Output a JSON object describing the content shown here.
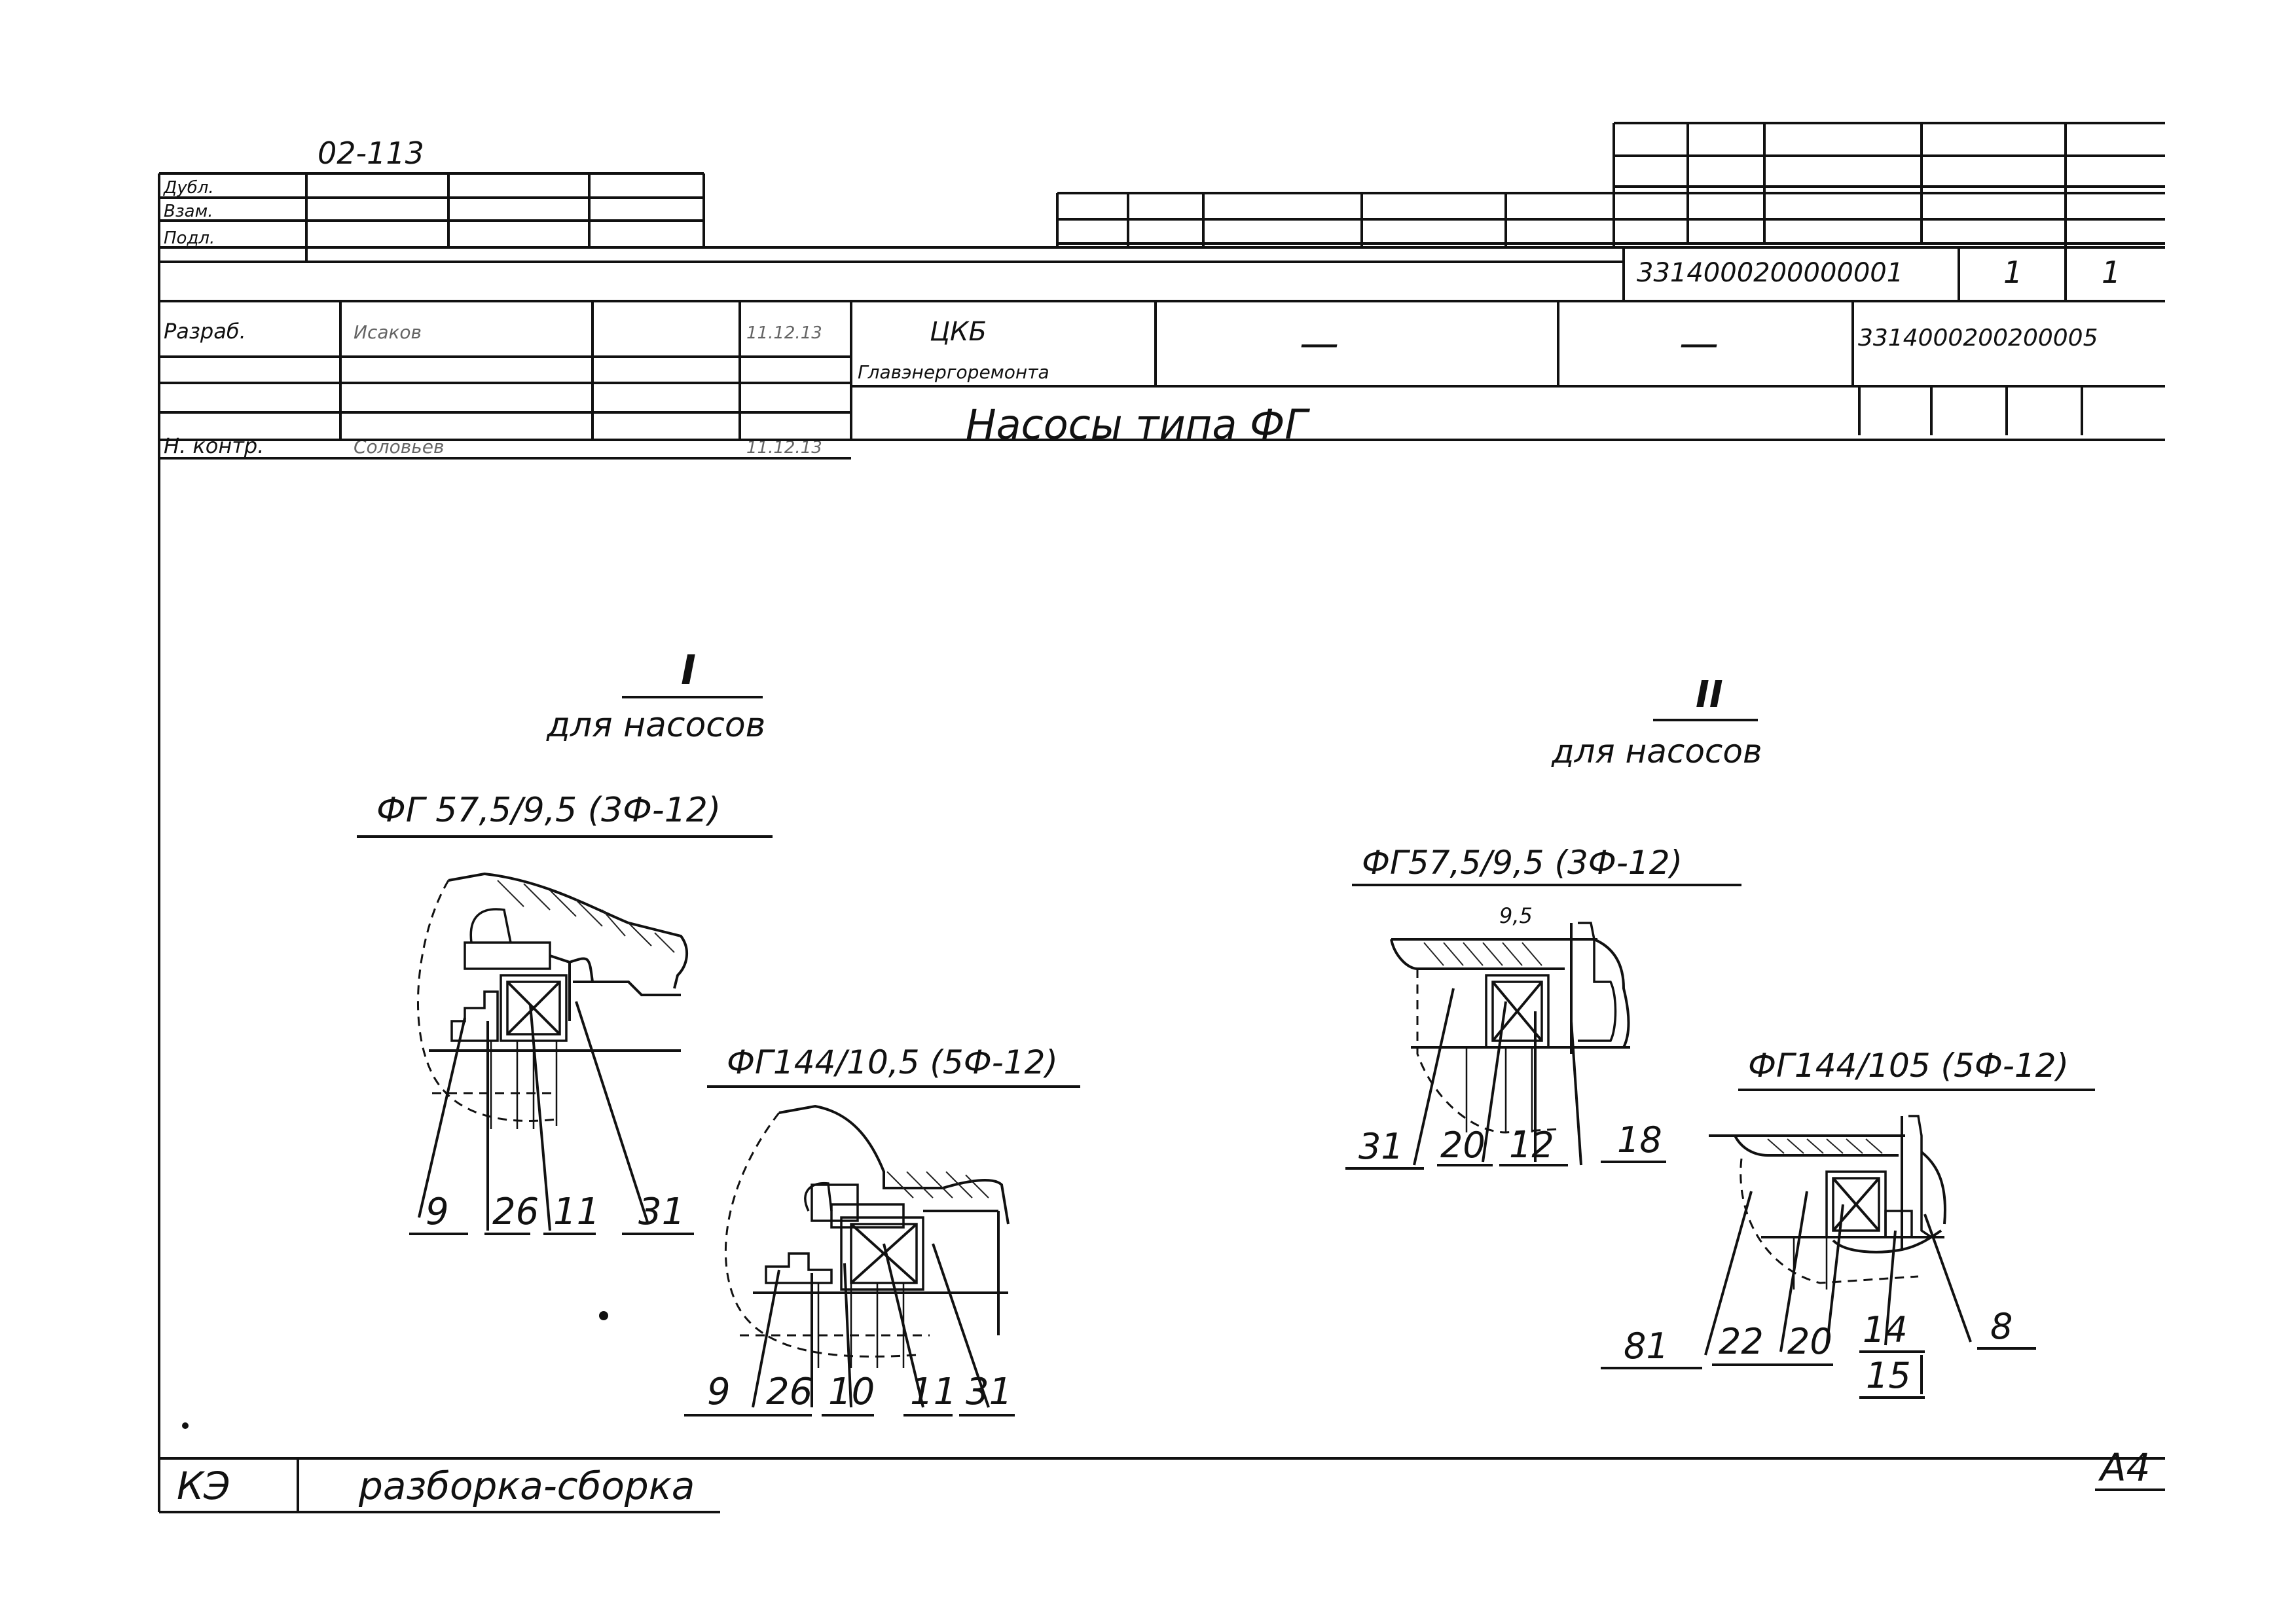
{
  "archive_number": "02-113",
  "left_block": {
    "labels": [
      "Дубл.",
      "Взам.",
      "Подл."
    ]
  },
  "doc_code_top": "3314000200000001",
  "sheet_number": "1",
  "sheets_total": "1",
  "doc_code_right": "3314000200200005",
  "org": {
    "line1": "ЦКБ",
    "line2": "Главэнергоремонта"
  },
  "dash_1": "—",
  "dash_2": "—",
  "signatures": {
    "developed_label": "Разраб.",
    "developed_name": "Исаков",
    "developed_date": "11.12.13",
    "norm_control_label": "Н. контр.",
    "norm_control_name": "Соловьёв",
    "norm_control_date": "11.12.13"
  },
  "title": "Насосы типа ФГ",
  "section_1": {
    "numeral": "I",
    "subtitle": "для насосов",
    "detail_a": {
      "label": "ФГ 57,5/9,5 (3Ф-12)",
      "callouts": [
        "9",
        "26",
        "11",
        "31"
      ]
    },
    "detail_b": {
      "label": "ФГ144/10,5 (5Ф-12)",
      "callouts": [
        "9",
        "26",
        "10",
        "11",
        "31"
      ]
    }
  },
  "section_2": {
    "numeral": "II",
    "subtitle": "для насосов",
    "detail_a": {
      "label": "ФГ57,5/9,5 (3Ф-12)",
      "dimension": "9,5",
      "callouts": [
        "31",
        "20",
        "12",
        "18"
      ]
    },
    "detail_b": {
      "label": "ФГ144/105 (5Ф-12)",
      "callouts": [
        "81",
        "22",
        "20",
        "14",
        "8",
        "15"
      ]
    }
  },
  "footer": {
    "code": "КЭ",
    "operation": "разборка-сборка",
    "format": "А4"
  }
}
